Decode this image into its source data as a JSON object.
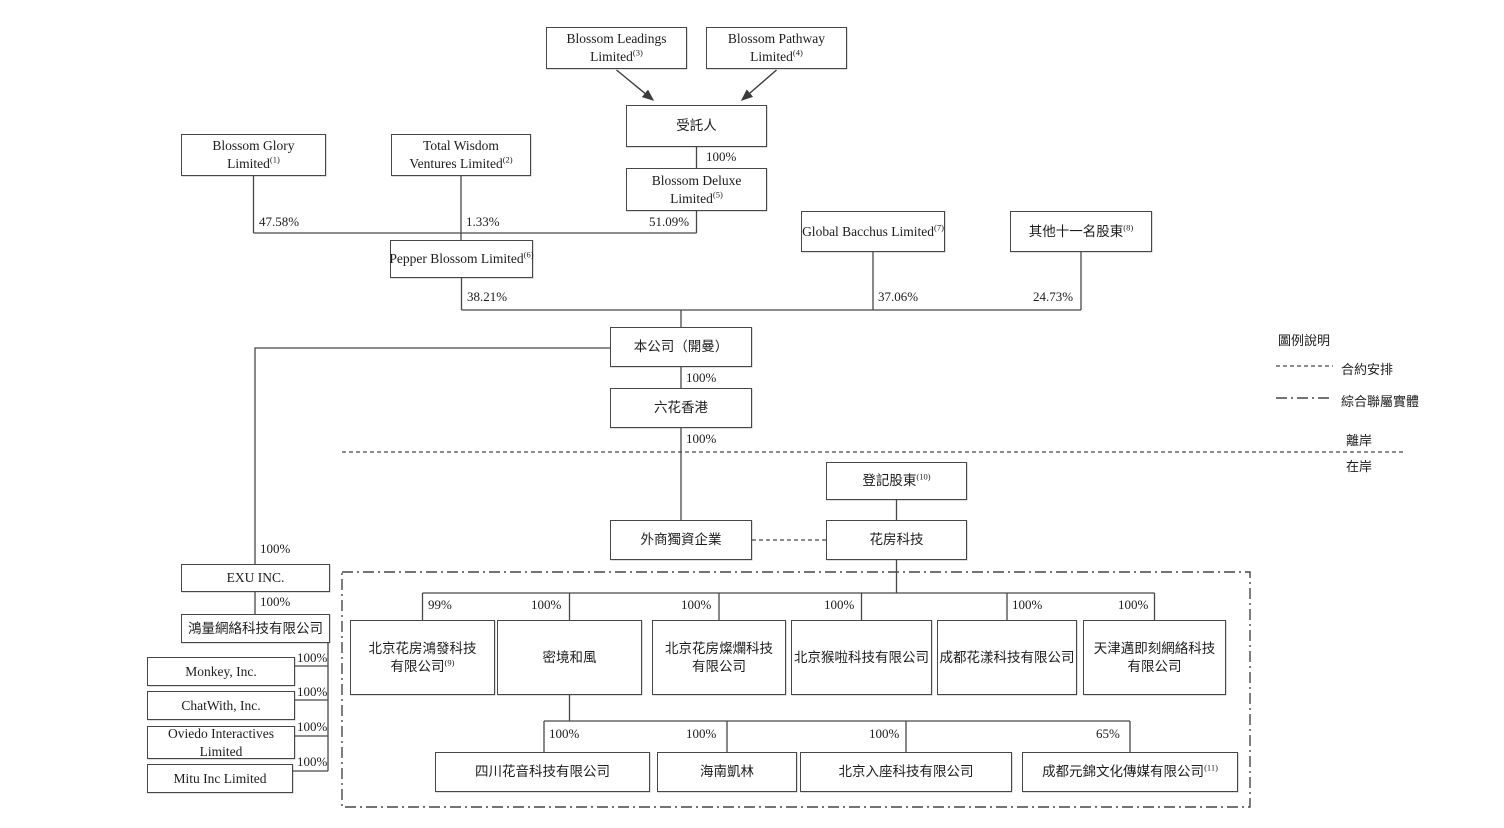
{
  "nodes": {
    "blossom_leadings": {
      "line1": "Blossom Leadings",
      "line2": "Limited",
      "line2_sup": "(3)"
    },
    "blossom_pathway": {
      "line1": "Blossom Pathway",
      "line2": "Limited",
      "line2_sup": "(4)"
    },
    "trustee": {
      "line1": "受託人"
    },
    "blossom_deluxe": {
      "line1": "Blossom Deluxe",
      "line2": "Limited",
      "line2_sup": "(5)"
    },
    "blossom_glory": {
      "line1": "Blossom Glory",
      "line2": "Limited",
      "line2_sup": "(1)"
    },
    "total_wisdom": {
      "line1": "Total Wisdom",
      "line2": "Ventures Limited",
      "line2_sup": "(2)"
    },
    "pepper_blossom": {
      "line1": "Pepper Blossom Limited",
      "line1_sup": "(6)"
    },
    "global_bacchus": {
      "line1": "Global Bacchus Limited",
      "line1_sup": "(7)"
    },
    "other_eleven_shareholders": {
      "line1": "其他十一名股東",
      "line1_sup": "(8)"
    },
    "company_cayman": {
      "line1": "本公司（開曼）"
    },
    "liuhua_hongkong": {
      "line1": "六花香港"
    },
    "registered_shareholders": {
      "line1": "登記股東",
      "line1_sup": "(10)"
    },
    "wfoe": {
      "line1": "外商獨資企業"
    },
    "huafang_technology": {
      "line1": "花房科技"
    },
    "exu": {
      "line1": "EXU INC."
    },
    "hongliang_network": {
      "line1": "鴻量網絡科技有限公司"
    },
    "monkey": {
      "line1": "Monkey, Inc."
    },
    "chatwith": {
      "line1": "ChatWith, Inc."
    },
    "oviedo": {
      "line1": "Oviedo Interactives",
      "line2": "Limited"
    },
    "mitu": {
      "line1": "Mitu Inc Limited"
    },
    "beijing_huafang_hongfa": {
      "line1": "北京花房鴻發科技",
      "line2": "有限公司",
      "line2_sup": "(9)"
    },
    "mijing_hefeng": {
      "line1": "密境和風"
    },
    "beijing_huafang_canlan": {
      "line1": "北京花房燦爛科技",
      "line2": "有限公司"
    },
    "beijing_houla": {
      "line1": "北京猴啦科技有限公司"
    },
    "chengdu_huayang": {
      "line1": "成都花漾科技有限公司"
    },
    "tianjin_maijike": {
      "line1": "天津邁即刻網絡科技",
      "line2": "有限公司"
    },
    "sichuan_huayin": {
      "line1": "四川花音科技有限公司"
    },
    "hainan_kailin": {
      "line1": "海南凱林"
    },
    "beijing_ruzuo": {
      "line1": "北京入座科技有限公司"
    },
    "chengdu_yuanjin": {
      "line1": "成都元錦文化傳媒有限公司",
      "line1_sup": "(11)"
    }
  },
  "percentages": {
    "trustee_to_deluxe": "100%",
    "glory_to_pepper": "47.58%",
    "wisdom_to_pepper": "1.33%",
    "deluxe_to_pepper": "51.09%",
    "pepper_to_company": "38.21%",
    "bacchus_to_company": "37.06%",
    "others_to_company": "24.73%",
    "company_to_hk": "100%",
    "hk_to_wfoe": "100%",
    "company_to_exu": "100%",
    "exu_to_hongliang": "100%",
    "hongliang_to_monkey": "100%",
    "hongliang_to_chatwith": "100%",
    "hongliang_to_oviedo": "100%",
    "hongliang_to_mitu": "100%",
    "huafang_to_hongfa": "99%",
    "huafang_to_mijing": "100%",
    "huafang_to_canlan": "100%",
    "huafang_to_houla": "100%",
    "huafang_to_huayang": "100%",
    "huafang_to_maijike": "100%",
    "mijing_to_huayin": "100%",
    "mijing_to_kailin": "100%",
    "mijing_to_ruzuo": "100%",
    "mijing_to_yuanjin": "65%"
  },
  "legend": {
    "title": "圖例說明",
    "contractual_arrangements": "合約安排",
    "consolidated_affiliated_entities": "綜合聯屬實體",
    "offshore": "離岸",
    "onshore": "在岸"
  },
  "colors": {
    "line": "#474747",
    "text": "#1c1c1c",
    "background": "#ffffff"
  }
}
